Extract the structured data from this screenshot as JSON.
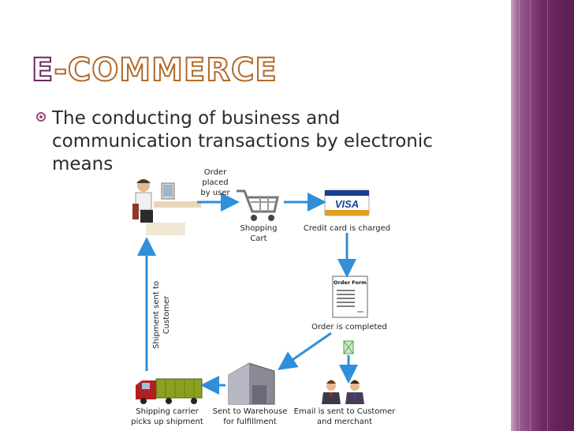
{
  "slide": {
    "title_first": "E",
    "title_rest": "-Commerce",
    "bullet": "The conducting of business and communication transactions by electronic means"
  },
  "diagram": {
    "order_placed": "Order placed by user",
    "shopping_cart": "Shopping Cart",
    "card_brand": "VISA",
    "credit_card": "Credit card is charged",
    "order_form_header": "Order Form",
    "order_completed": "Order is completed",
    "email_sent": "Email is sent to Customer and merchant",
    "warehouse": "Sent to Warehouse for fulfillment",
    "carrier": "Shipping carrier picks up shipment",
    "shipment_sent": "Shipment sent to Customer"
  },
  "colors": {
    "accent": "#a0447e",
    "band": "#5a1f51",
    "arrow": "#2f8fd8"
  }
}
